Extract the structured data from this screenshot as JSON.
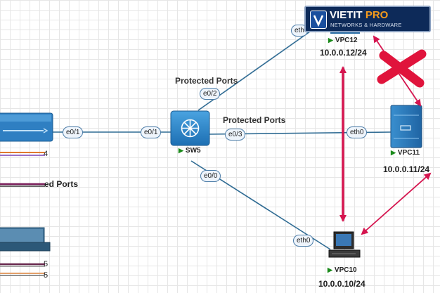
{
  "logo": {
    "brand": "VIETIT",
    "suffix": "PRO",
    "tagline": "NETWORKS & HARDWARE"
  },
  "nodes": {
    "sw5": {
      "name": "SW5"
    },
    "vpc10": {
      "name": "VPC10",
      "ip": "10.0.0.10/24"
    },
    "vpc11": {
      "name": "VPC11",
      "ip": "10.0.0.11/24"
    },
    "vpc12": {
      "name": "VPC12",
      "ip": "10.0.0.12/24"
    }
  },
  "ports": {
    "left_e01": "e0/1",
    "sw5_e01": "e0/1",
    "sw5_e02": "e0/2",
    "sw5_e03": "e0/3",
    "sw5_e00": "e0/0",
    "vpc12_eth": "eth",
    "vpc11_eth0": "eth0",
    "vpc10_eth0": "eth0"
  },
  "labels": {
    "protected_ports_upper": "Protected Ports",
    "protected_ports_right": "Protected Ports",
    "left_partial": "ed Ports",
    "left_num_a": "4",
    "left_num_b": "5",
    "left_num_c": "5"
  },
  "colors": {
    "link": "#2f6b93",
    "arrow": "#d5154f",
    "cross": "#e0143c"
  }
}
